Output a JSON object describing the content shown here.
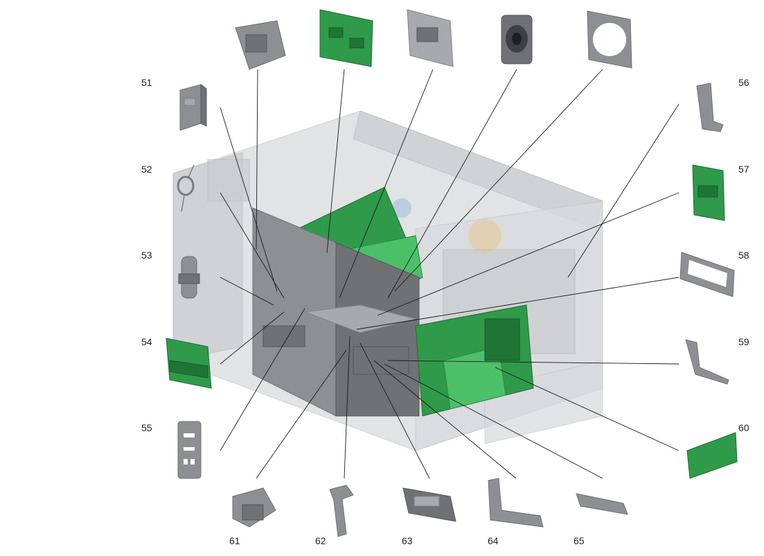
{
  "callouts": [
    {
      "id": "51",
      "label": "51"
    },
    {
      "id": "52",
      "label": "52"
    },
    {
      "id": "53",
      "label": "53"
    },
    {
      "id": "54",
      "label": "54"
    },
    {
      "id": "55",
      "label": "55"
    },
    {
      "id": "56",
      "label": "56"
    },
    {
      "id": "57",
      "label": "57"
    },
    {
      "id": "58",
      "label": "58"
    },
    {
      "id": "59",
      "label": "59"
    },
    {
      "id": "60",
      "label": "60"
    },
    {
      "id": "61",
      "label": "61"
    },
    {
      "id": "62",
      "label": "62"
    },
    {
      "id": "63",
      "label": "63"
    },
    {
      "id": "64",
      "label": "64"
    },
    {
      "id": "65",
      "label": "65"
    }
  ],
  "colors": {
    "sheet_metal": "#8d8f93",
    "circuit_board": "#2f9a4a",
    "ghost_chassis": "#d9dadd",
    "leader_line": "#1a1a1a"
  }
}
